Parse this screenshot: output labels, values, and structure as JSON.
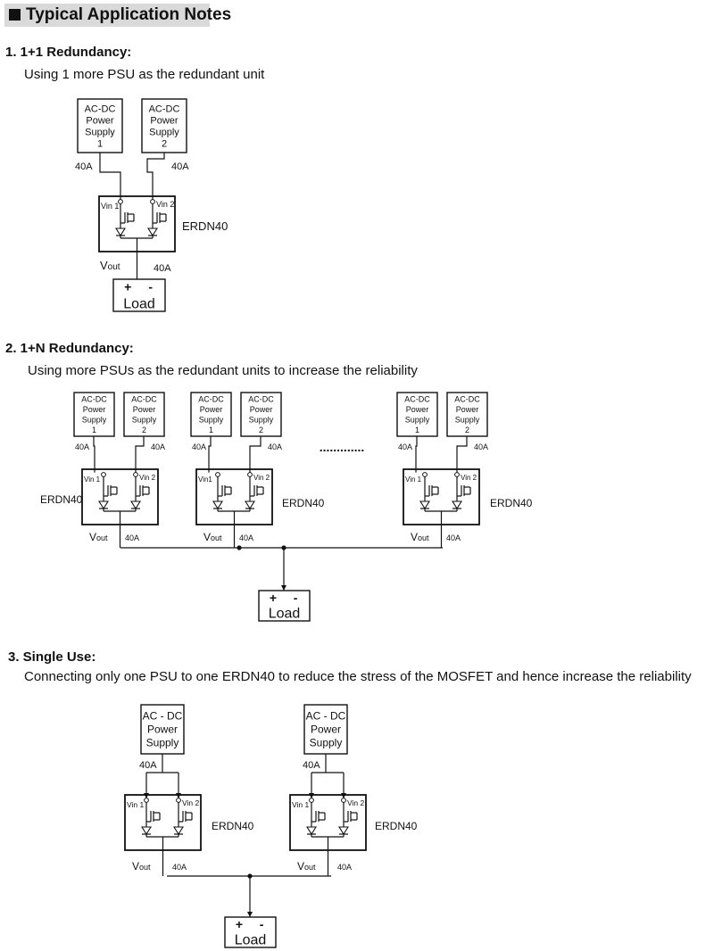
{
  "header": {
    "title": "Typical Application Notes"
  },
  "sections": [
    {
      "title": "1.  1+1 Redundancy:",
      "desc": "Using 1 more PSU as the redundant unit"
    },
    {
      "title": "2.  1+N Redundancy:",
      "desc": "Using more PSUs as the redundant units to increase the reliability"
    },
    {
      "title": "3. Single Use:",
      "desc": "Connecting only one PSU to one ERDN40 to reduce the stress of the MOSFET and hence  increase the reliability"
    }
  ],
  "labels": {
    "psu_line1": "AC-DC",
    "psu_line1_spaced": "AC - DC",
    "psu_line2": "Power",
    "psu_line3": "Supply",
    "psu_num1": "1",
    "psu_num2": "2",
    "current": "40A",
    "vin1": "Vin 1",
    "vin1_compact": "Vin1",
    "vin2": "Vin 2",
    "module": "ERDN40",
    "vout_v": "V",
    "vout_sub": "out",
    "load_plus": "+",
    "load_minus": "-",
    "load": "Load",
    "ellipsis": "............."
  }
}
